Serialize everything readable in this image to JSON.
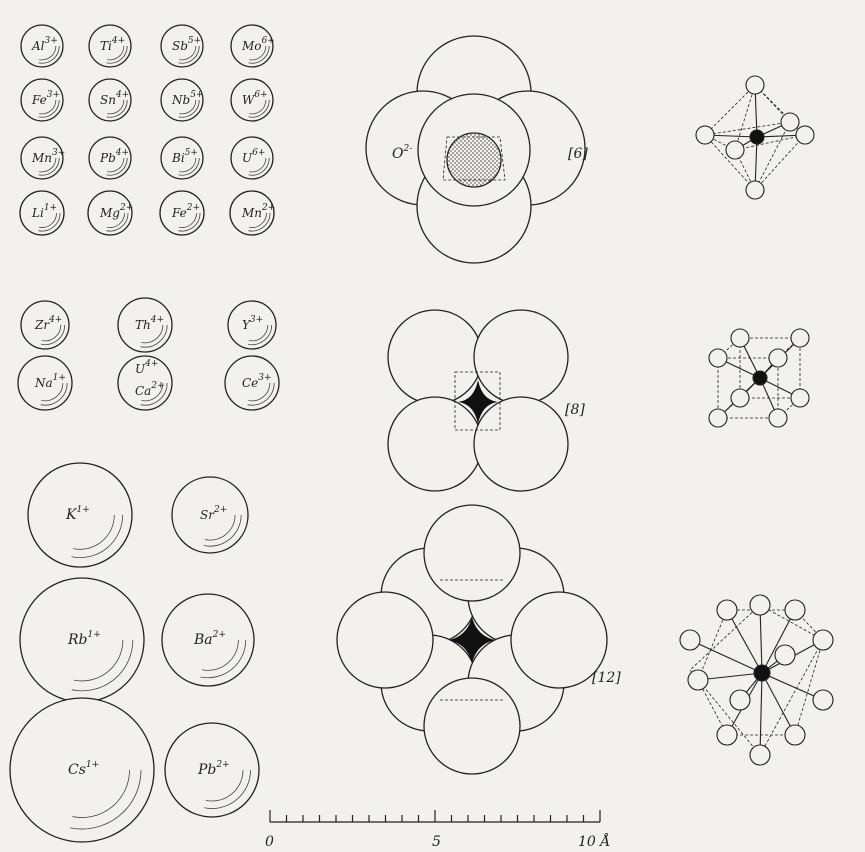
{
  "ions": [
    {
      "sym": "Al",
      "ch": "3+"
    },
    {
      "sym": "Ti",
      "ch": "4+"
    },
    {
      "sym": "Sb",
      "ch": "5+"
    },
    {
      "sym": "Mo",
      "ch": "6+"
    },
    {
      "sym": "Fe",
      "ch": "3+"
    },
    {
      "sym": "Sn",
      "ch": "4+"
    },
    {
      "sym": "Nb",
      "ch": "5+"
    },
    {
      "sym": "W",
      "ch": "6+"
    },
    {
      "sym": "Mn",
      "ch": "3+"
    },
    {
      "sym": "Pb",
      "ch": "4+"
    },
    {
      "sym": "Bi",
      "ch": "5+"
    },
    {
      "sym": "U",
      "ch": "6+"
    },
    {
      "sym": "Li",
      "ch": "1+"
    },
    {
      "sym": "Mg",
      "ch": "2+"
    },
    {
      "sym": "Fe",
      "ch": "2+"
    },
    {
      "sym": "Mn",
      "ch": "2+"
    },
    {
      "sym": "Zr",
      "ch": "4+"
    },
    {
      "sym": "Th",
      "ch": "4+"
    },
    {
      "sym": "Y",
      "ch": "3+"
    },
    {
      "sym": "Na",
      "ch": "1+"
    },
    {
      "sym": "U",
      "ch": "4+"
    },
    {
      "sym": "Ca",
      "ch": "2+"
    },
    {
      "sym": "Ce",
      "ch": "3+"
    },
    {
      "sym": "K",
      "ch": "1+"
    },
    {
      "sym": "Sr",
      "ch": "2+"
    },
    {
      "sym": "Rb",
      "ch": "1+"
    },
    {
      "sym": "Ba",
      "ch": "2+"
    },
    {
      "sym": "Cs",
      "ch": "1+"
    },
    {
      "sym": "Pb",
      "ch": "2+"
    }
  ],
  "oxygen": {
    "sym": "O",
    "ch": "2-"
  },
  "coordination": [
    "[6]",
    "[8]",
    "[12]"
  ],
  "scale": {
    "start": "0",
    "mid": "5",
    "end": "10 Å"
  }
}
